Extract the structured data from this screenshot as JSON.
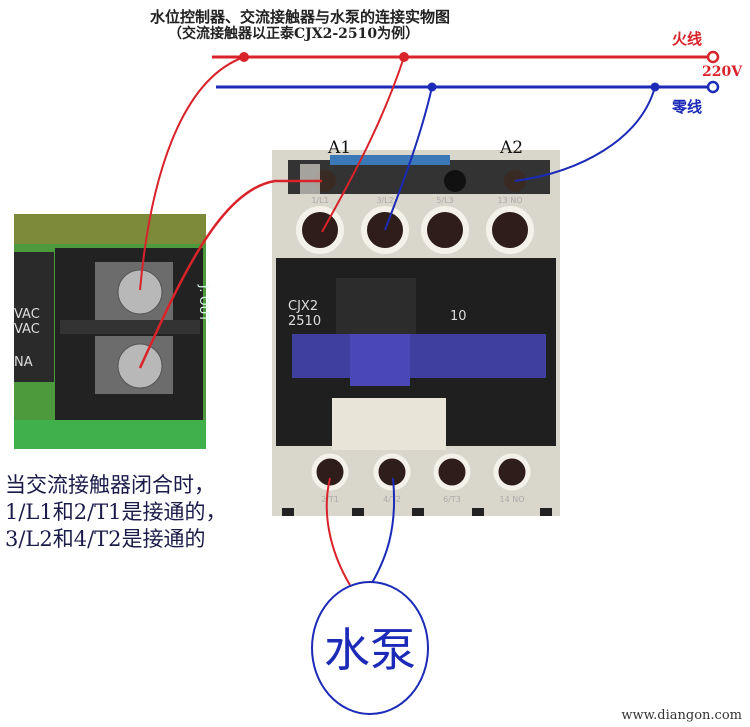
{
  "title": "水位控制器、交流接触器与水泵的连接实物图",
  "subtitle": "（交流接触器以正泰CJX2-2510为例）",
  "power": {
    "live_label": "火线",
    "voltage_label": "220V",
    "neutral_label": "零线",
    "live_color": "#d8232a",
    "neutral_color": "#1c2ab8"
  },
  "contactor": {
    "coil_labels": [
      "A1",
      "A2"
    ],
    "top_terminals": [
      "1/L1",
      "3/L2",
      "5/L3",
      "13 NO"
    ],
    "bottom_terminals": [
      "2/T1",
      "4/T2",
      "6/T3",
      "14 NO"
    ],
    "model_line1": "CJX2",
    "model_line2": "2510",
    "aux_label": "10"
  },
  "controller": {
    "relay_text": [
      "VAC",
      "VAC",
      "NA"
    ],
    "board_text": "J. OUT"
  },
  "note": [
    "当交流接触器闭合时，",
    "1/L1和2/T1是接通的，",
    "3/L2和4/T2是接通的"
  ],
  "pump_label": "水泵",
  "watermark": "www.diangon.com"
}
